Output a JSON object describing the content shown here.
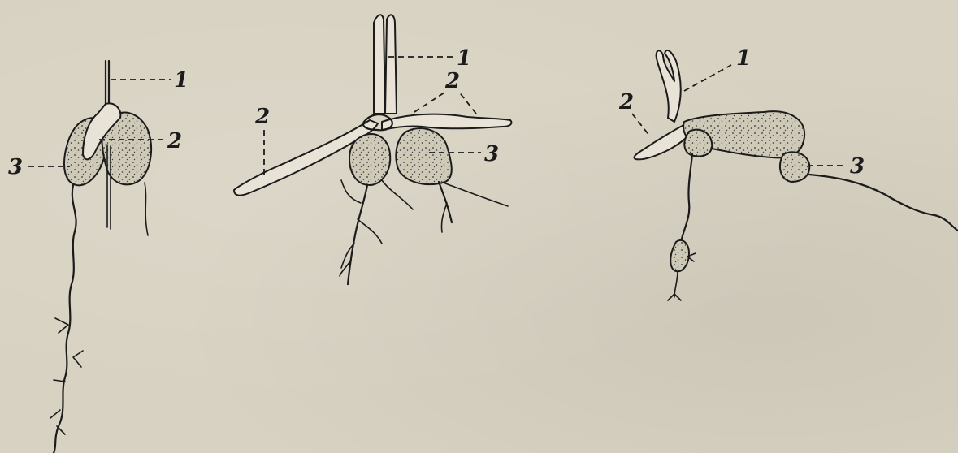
{
  "figure": {
    "panels": [
      {
        "id": "a",
        "labels": [
          "1",
          "2",
          "3"
        ]
      },
      {
        "id": "b",
        "labels": [
          "1",
          "2",
          "2",
          "3"
        ]
      },
      {
        "id": "c",
        "labels": [
          "1",
          "2",
          "3"
        ]
      }
    ]
  },
  "colors": {
    "paper": "#d8d2c2",
    "ink": "#1b1b1b"
  }
}
